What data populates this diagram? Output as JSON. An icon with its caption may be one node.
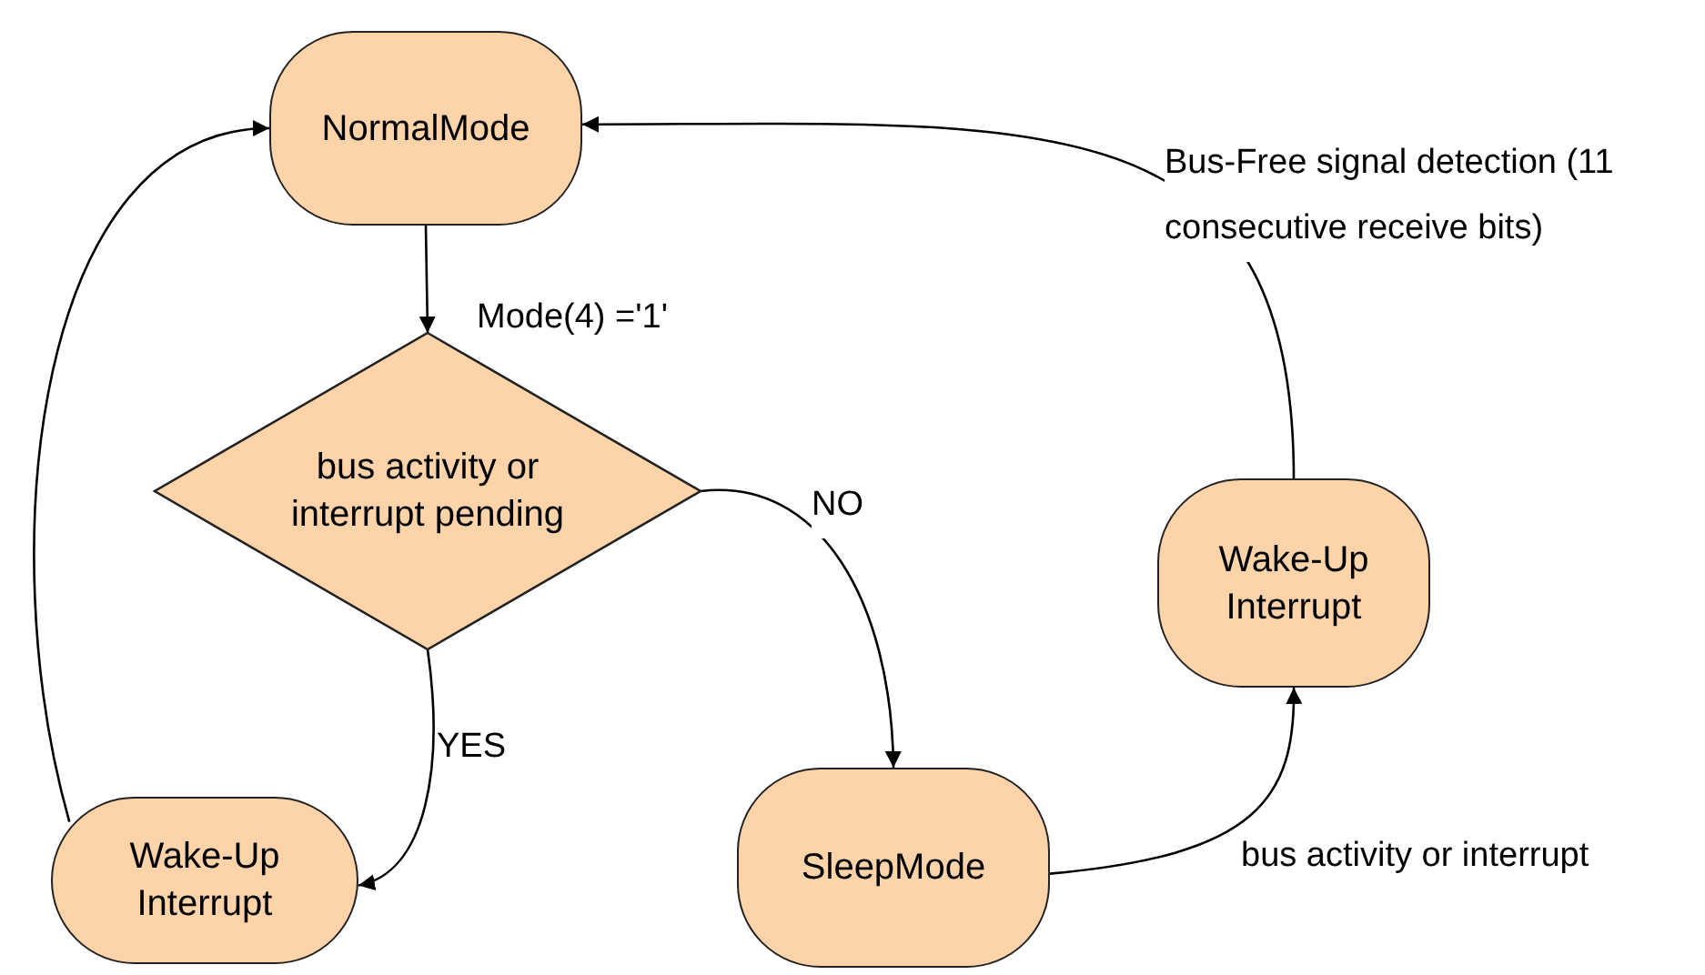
{
  "diagram": {
    "nodes": [
      {
        "text": [
          "NormalMode"
        ]
      },
      {
        "text": [
          "bus activity or interrupt pending"
        ]
      },
      {
        "text": [
          "Wake-Up Interrupt"
        ]
      },
      {
        "text": [
          "Wake-Up Interrupt"
        ]
      },
      {
        "text": [
          "SleepMode"
        ]
      }
    ],
    "edges": [
      {
        "from": 0,
        "to": 1,
        "arrow": "to",
        "label": "Mode(4) ='1'"
      },
      {
        "from": 1,
        "to": 4,
        "arrow": "to",
        "label": "NO"
      },
      {
        "from": 1,
        "to": 3,
        "arrow": "to",
        "label": "YES"
      },
      {
        "from": 3,
        "to": 0,
        "arrow": "to"
      },
      {
        "from": 4,
        "to": 2,
        "arrow": "to",
        "label": "bus activity or interrupt"
      },
      {
        "from": 2,
        "to": 0,
        "arrow": "to",
        "label": "Bus-Free signal detection (11 consecutive receive bits)"
      }
    ]
  }
}
